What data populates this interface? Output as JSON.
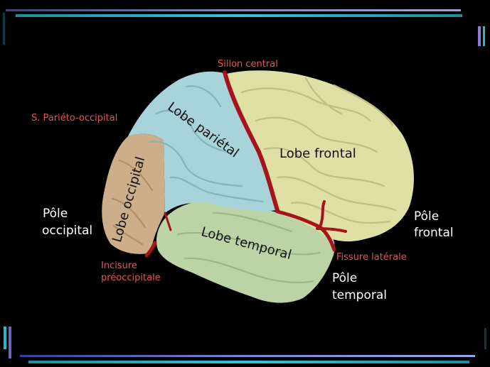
{
  "labels": {
    "sillon_central": "Sillon central",
    "parieto_occipital": "S. Pariéto-occipital",
    "lobe_parietal": "Lobe pariétal",
    "lobe_frontal": "Lobe frontal",
    "lobe_occipital": "Lobe occipital",
    "lobe_temporal": "Lobe temporal",
    "pole_occipital_1": "Pôle",
    "pole_occipital_2": "occipital",
    "pole_frontal_1": "Pôle",
    "pole_frontal_2": "frontal",
    "pole_temporal_1": "Pôle",
    "pole_temporal_2": "temporal",
    "fissure_laterale": "Fissure latérale",
    "incisure_1": "Incisure",
    "incisure_2": "préoccipitale"
  },
  "colors": {
    "background": "#000000",
    "frontal": "#dfe0a6",
    "parietal": "#a8d3d8",
    "occipital": "#cdae8a",
    "temporal": "#bcd3a6",
    "sulci": "#a8121a",
    "label_red": "#e8554d",
    "accent_teal": "#2bb7c4",
    "accent_purple": "#8a7fd6"
  }
}
